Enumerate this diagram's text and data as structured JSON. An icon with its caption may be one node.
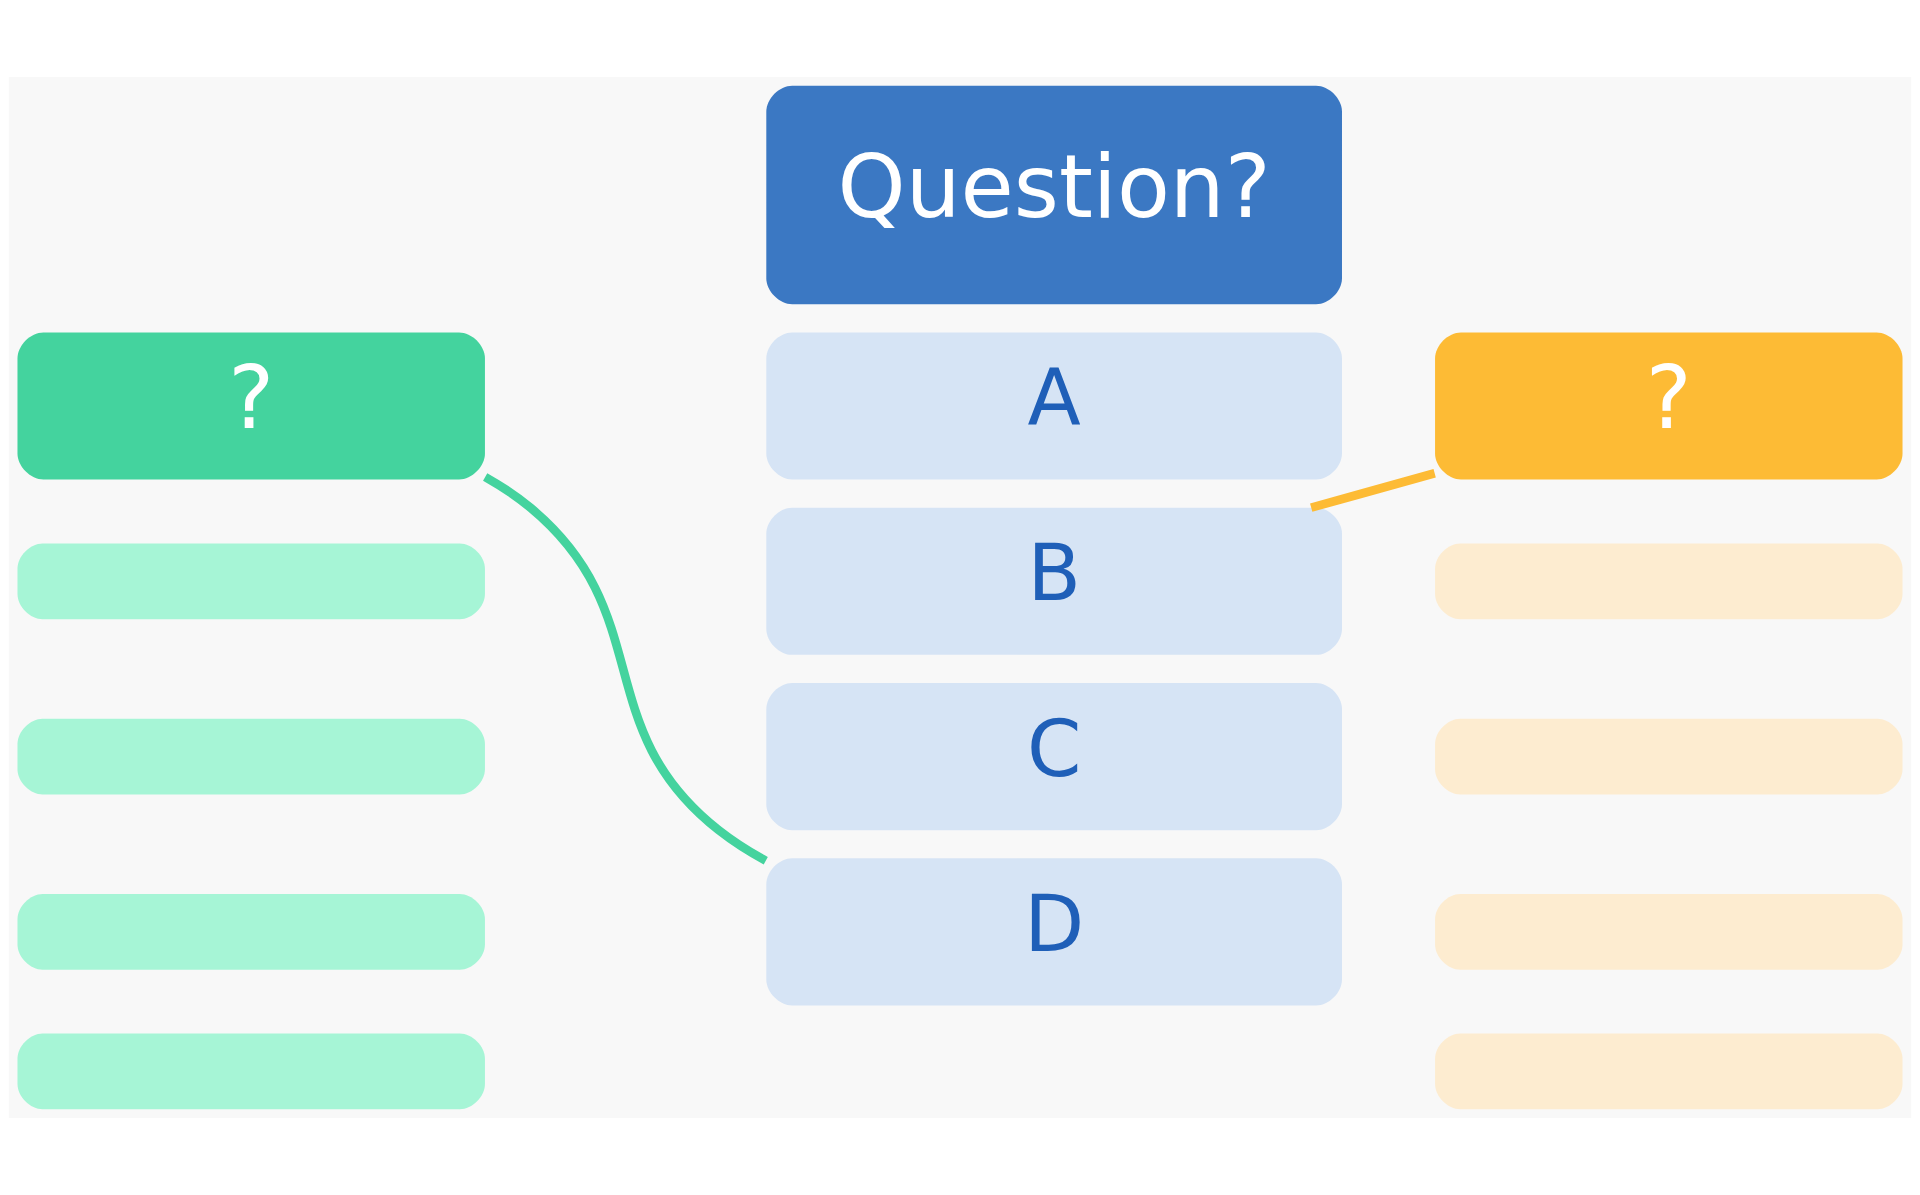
{
  "diagram": {
    "nodes": [
      {
        "text": [
          "?"
        ]
      },
      {
        "text": [],
        "shape": "bar"
      },
      {
        "text": [],
        "shape": "bar"
      },
      {
        "text": [],
        "shape": "bar"
      },
      {
        "text": [],
        "shape": "bar"
      },
      {
        "text": [
          "Question?"
        ]
      },
      {
        "text": [
          "A"
        ]
      },
      {
        "text": [
          "B"
        ]
      },
      {
        "text": [
          "C"
        ]
      },
      {
        "text": [
          "D"
        ]
      },
      {
        "text": [
          "?"
        ]
      },
      {
        "text": [],
        "shape": "bar"
      },
      {
        "text": [],
        "shape": "bar"
      },
      {
        "text": [],
        "shape": "bar"
      },
      {
        "text": [],
        "shape": "bar"
      }
    ],
    "edges": [
      {
        "from": 0,
        "to": 9,
        "arrow": "none",
        "color": "#44d39e"
      },
      {
        "from": 7,
        "to": 10,
        "arrow": "none",
        "color": "#fdbb35"
      }
    ]
  }
}
